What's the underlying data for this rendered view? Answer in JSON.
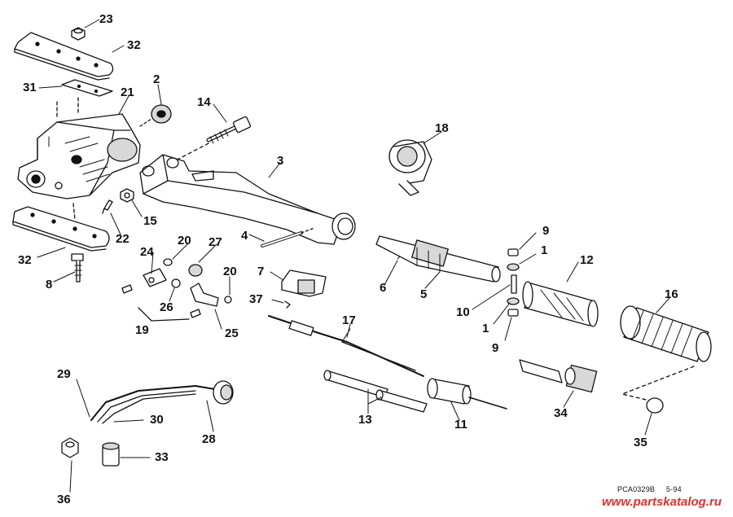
{
  "callouts": {
    "c23": "23",
    "c32a": "32",
    "c31": "31",
    "c21": "21",
    "c2": "2",
    "c14": "14",
    "c18": "18",
    "c3": "3",
    "c15": "15",
    "c22": "22",
    "c32b": "32",
    "c8": "8",
    "c4": "4",
    "c20a": "20",
    "c27": "27",
    "c24": "24",
    "c9a": "9",
    "c1a": "1",
    "c12": "12",
    "c16": "16",
    "c7": "7",
    "c20b": "20",
    "c6": "6",
    "c5": "5",
    "c10": "10",
    "c26": "26",
    "c37": "37",
    "c19": "19",
    "c25": "25",
    "c1b": "1",
    "c9b": "9",
    "c17": "17",
    "c29": "29",
    "c30": "30",
    "c28": "28",
    "c13": "13",
    "c11": "11",
    "c34": "34",
    "c35": "35",
    "c33": "33",
    "c36": "36"
  },
  "figure_code": "PCA0329B",
  "date_code": "5-94",
  "watermark": "www.partskatalog.ru"
}
